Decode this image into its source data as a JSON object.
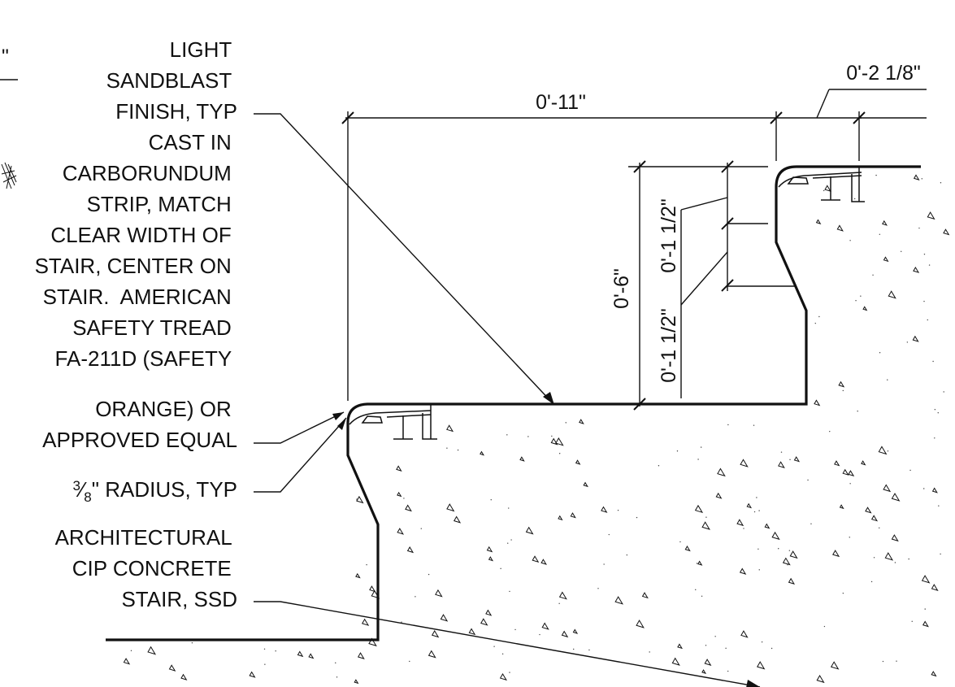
{
  "notes": {
    "sandblast": [
      "LIGHT",
      "SANDBLAST",
      "FINISH, TYP"
    ],
    "carborundum": [
      "CAST IN",
      "CARBORUNDUM",
      "STRIP, MATCH",
      "CLEAR WIDTH OF",
      "STAIR, CENTER ON",
      "STAIR.  AMERICAN",
      "SAFETY TREAD",
      "FA-211D (SAFETY",
      "ORANGE) OR",
      "APPROVED EQUAL"
    ],
    "radius_num": "3",
    "radius_den": "8",
    "radius_text": "\" RADIUS, TYP",
    "concrete": [
      "ARCHITECTURAL",
      "CIP CONCRETE",
      "STAIR, SSD"
    ]
  },
  "dimensions": {
    "tread_depth": "0'-11\"",
    "nosing": "0'-2 1/8\"",
    "riser_height": "0'-6\"",
    "upper_half": "0'-1 1/2\"",
    "lower_half": "0'-1 1/2\""
  },
  "edge_fragment": "\""
}
